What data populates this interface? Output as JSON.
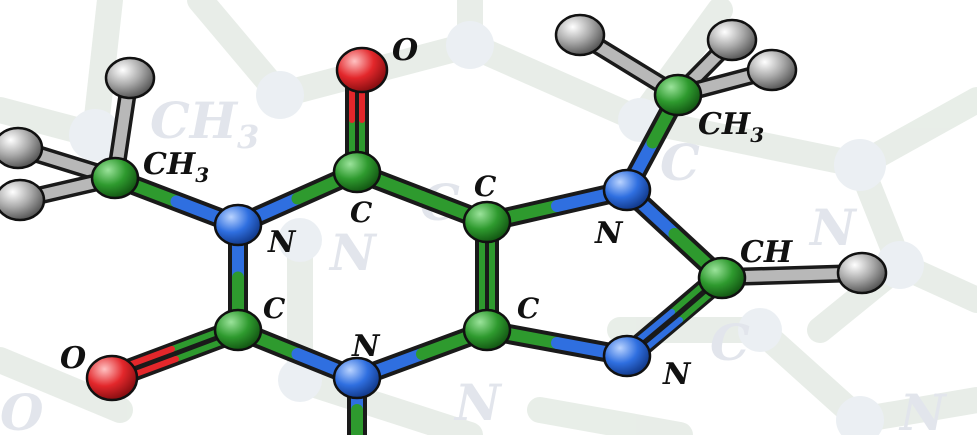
{
  "diagram": {
    "colors": {
      "carbon": "#2e9a2e",
      "nitrogen": "#2f6fe0",
      "oxygen": "#e3272b",
      "hydrogen": "#9a9a9a",
      "label": "#111111"
    },
    "labels": {
      "o_top": "O",
      "o_left": "O",
      "ch3_left": "CH",
      "ch3_left_sub": "3",
      "ch3_right": "CH",
      "ch3_right_sub": "3",
      "c_carbonyl_top": "C",
      "c_fused_top": "C",
      "c_fused_bottom": "C",
      "c_carbonyl_left": "C",
      "n_left": "N",
      "n_bottom": "N",
      "n_imidazole_top": "N",
      "n_imidazole_bottom": "N",
      "ch_imidazole": "CH"
    },
    "background_labels": {
      "ch3_top_left": "CH",
      "ch3_top_left_sub": "3",
      "n_left": "N",
      "c_right": "C",
      "n_right": "N",
      "c_right_lower": "C",
      "n_bottom": "N",
      "o_bottom_left": "O",
      "n_bottom_right": "N",
      "c_center": "C"
    }
  }
}
